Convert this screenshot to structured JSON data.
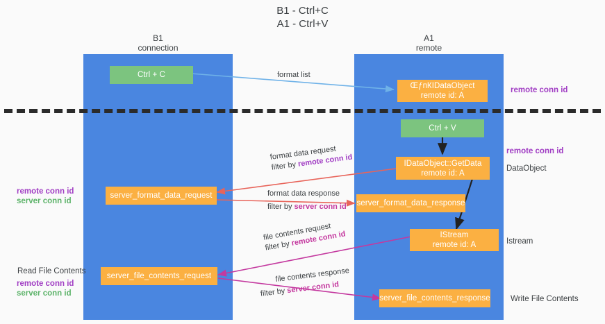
{
  "title": {
    "line1": "B1 - Ctrl+C",
    "line2": "A1 - Ctrl+V"
  },
  "columns": [
    {
      "name": "B1",
      "subtitle": "connection"
    },
    {
      "name": "A1",
      "subtitle": "remote"
    }
  ],
  "colors": {
    "lane": "#4a86e0",
    "action_node": "#7cc47f",
    "message_node": "#fbb042",
    "remote_conn_id": "#a13ec4",
    "server_conn_id": "#5db36a",
    "separator": "#2b2b2b",
    "arrow_format_list": "#6fb2e8",
    "arrow_format_data": "#e8645a",
    "arrow_file_contents": "#c4399f",
    "arrow_internal": "#222222"
  },
  "nodes": {
    "ctrl_c": {
      "label": "Ctrl + C"
    },
    "ctrl_v": {
      "label": "Ctrl + V"
    },
    "idataobject": {
      "line1": "ŒƒпКIDataObject",
      "line2": "remote id: A"
    },
    "getdata": {
      "line1": "IDataObject::GetData",
      "line2": "remote id: A"
    },
    "istream": {
      "line1": "IStream",
      "line2": "remote id: A"
    },
    "server_format_data_request": {
      "label": "server_format_data_request"
    },
    "server_format_data_response": {
      "label": "server_format_data_response"
    },
    "server_file_contents_request": {
      "label": "server_file_contents_request"
    },
    "server_file_contents_response": {
      "label": "server_file_contents_response"
    }
  },
  "edges": [
    {
      "id": "format-list",
      "label": "format list",
      "filter": ""
    },
    {
      "id": "format-data-request",
      "label": "format data request",
      "filter_prefix": "filter by ",
      "filter_key": "remote conn id"
    },
    {
      "id": "format-data-response",
      "label": "format data response",
      "filter_prefix": "filter by ",
      "filter_key": "server conn id"
    },
    {
      "id": "file-contents-request",
      "label": "file contents request",
      "filter_prefix": "filter by ",
      "filter_key": "remote conn id"
    },
    {
      "id": "file-contents-response",
      "label": "file contents response",
      "filter_prefix": "filter by ",
      "filter_key": "server conn id"
    }
  ],
  "annotations": {
    "right_remote_conn_id_top": "remote conn id",
    "right_remote_conn_id_mid": "remote conn id",
    "right_dataobject": "DataObject",
    "right_istream": "Istream",
    "right_write_file_contents": "Write File Contents",
    "left_remote_conn_id": "remote conn id",
    "left_server_conn_id": "server conn id",
    "left_read_file_contents": "Read File Contents",
    "left_remote_conn_id_2": "remote conn id",
    "left_server_conn_id_2": "server conn id"
  }
}
